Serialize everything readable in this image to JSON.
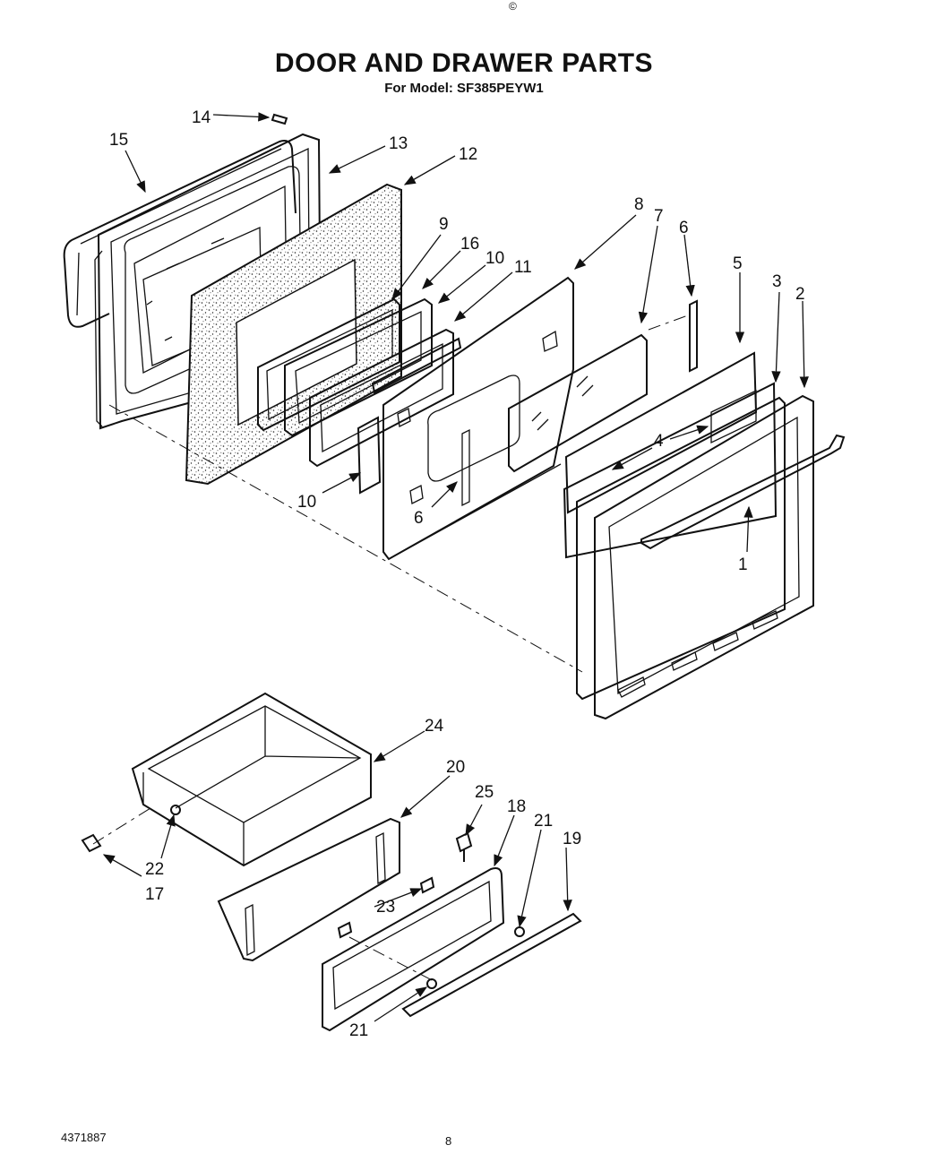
{
  "title": "DOOR AND DRAWER PARTS",
  "subtitle": "For Model: SF385PEYW1",
  "top_mark": "©",
  "footer": {
    "part_number": "4371887",
    "page_number": "8"
  },
  "callouts": {
    "c1": "1",
    "c2": "2",
    "c3": "3",
    "c4": "4",
    "c5": "5",
    "c6a": "6",
    "c6b": "6",
    "c7": "7",
    "c8": "8",
    "c9": "9",
    "c10a": "10",
    "c10b": "10",
    "c11": "11",
    "c12": "12",
    "c13": "13",
    "c14": "14",
    "c15": "15",
    "c16": "16",
    "c17": "17",
    "c18": "18",
    "c19": "19",
    "c20": "20",
    "c21a": "21",
    "c21b": "21",
    "c22": "22",
    "c23": "23",
    "c24": "24",
    "c25": "25"
  }
}
